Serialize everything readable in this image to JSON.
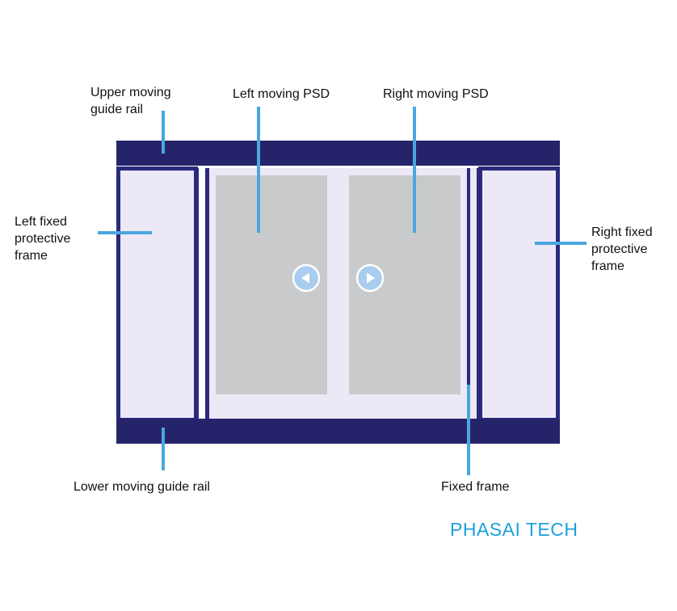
{
  "labels": {
    "upper_rail": [
      "Upper moving",
      "guide rail"
    ],
    "left_psd": "Left moving PSD",
    "right_psd": "Right moving PSD",
    "left_fixed": [
      "Left fixed",
      "protective",
      "frame"
    ],
    "right_fixed": [
      "Right fixed",
      "protective",
      "frame"
    ],
    "lower_rail": "Lower moving guide rail",
    "fixed_frame": "Fixed frame"
  },
  "brand": "PHASAI TECH",
  "icons": {
    "left_arrow": "arrow-left-icon",
    "right_arrow": "arrow-right-icon"
  },
  "colors": {
    "frame": "#2a2a7c",
    "rail": "#25246a",
    "panel_fill": "#ede8f5",
    "door_fill": "#c9cacb",
    "leader": "#4ba6e0",
    "arrow_circle": "#a9cdee",
    "brand": "#1ea0dc",
    "text": "#111111"
  }
}
